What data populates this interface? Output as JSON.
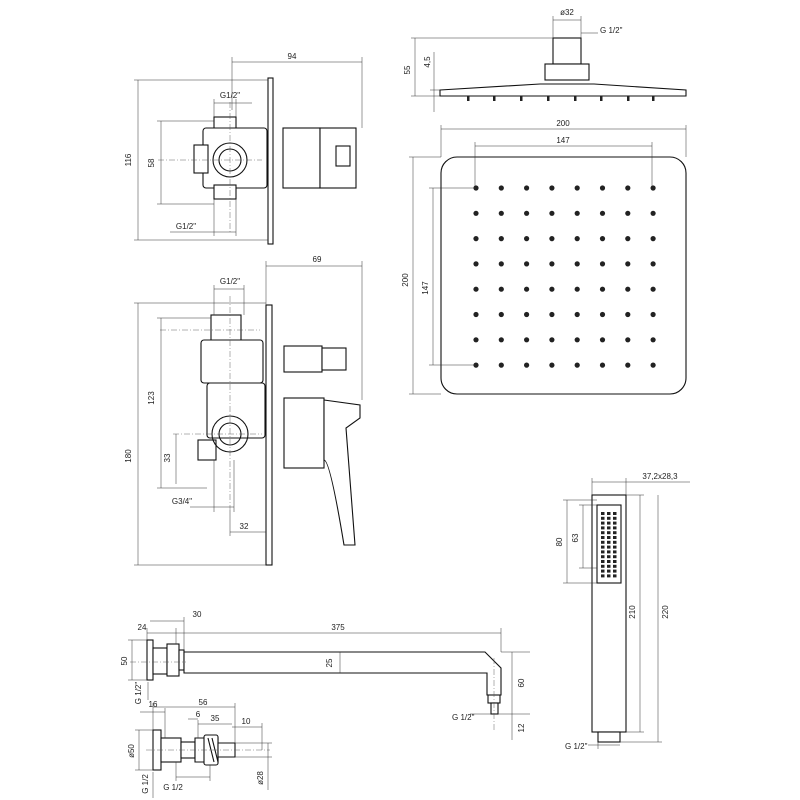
{
  "colors": {
    "line": "#111111",
    "dim": "#333333",
    "background": "#ffffff"
  },
  "valve_2way": {
    "width": "94",
    "height": "116",
    "spacing": "58",
    "thread_top": "G1/2\"",
    "thread_bottom": "G1/2\""
  },
  "valve_3way": {
    "width": "69",
    "height": "180",
    "spacing": "123",
    "offset": "33",
    "depth": "32",
    "thread_top": "G1/2\"",
    "thread_bottom": "G3/4\""
  },
  "head_side": {
    "diameter": "ø32",
    "thread": "G 1/2\"",
    "height": "55",
    "thickness": "4,5"
  },
  "head_top": {
    "width": "200",
    "height": "200",
    "nozzle_span_h": "147",
    "nozzle_span_v": "147"
  },
  "arm": {
    "length": "375",
    "flange_offset": "30",
    "flange_depth": "24",
    "flange_height": "50",
    "tube": "25",
    "drop": "60",
    "outlet_thread": "G 1/2\"",
    "inlet_thread": "G 1/2\"",
    "outlet_len": "12"
  },
  "outlet": {
    "length": "56",
    "a": "16",
    "b": "6",
    "c": "35",
    "d": "10",
    "flange_d": "ø50",
    "hose_d": "ø28",
    "thread_l": "G 1/2",
    "thread_r": "G 1/2"
  },
  "hand_shower": {
    "section": "37,2x28,3",
    "head_len": "80",
    "face_len": "63",
    "body_len": "210",
    "total_len": "220",
    "thread": "G 1/2\""
  }
}
